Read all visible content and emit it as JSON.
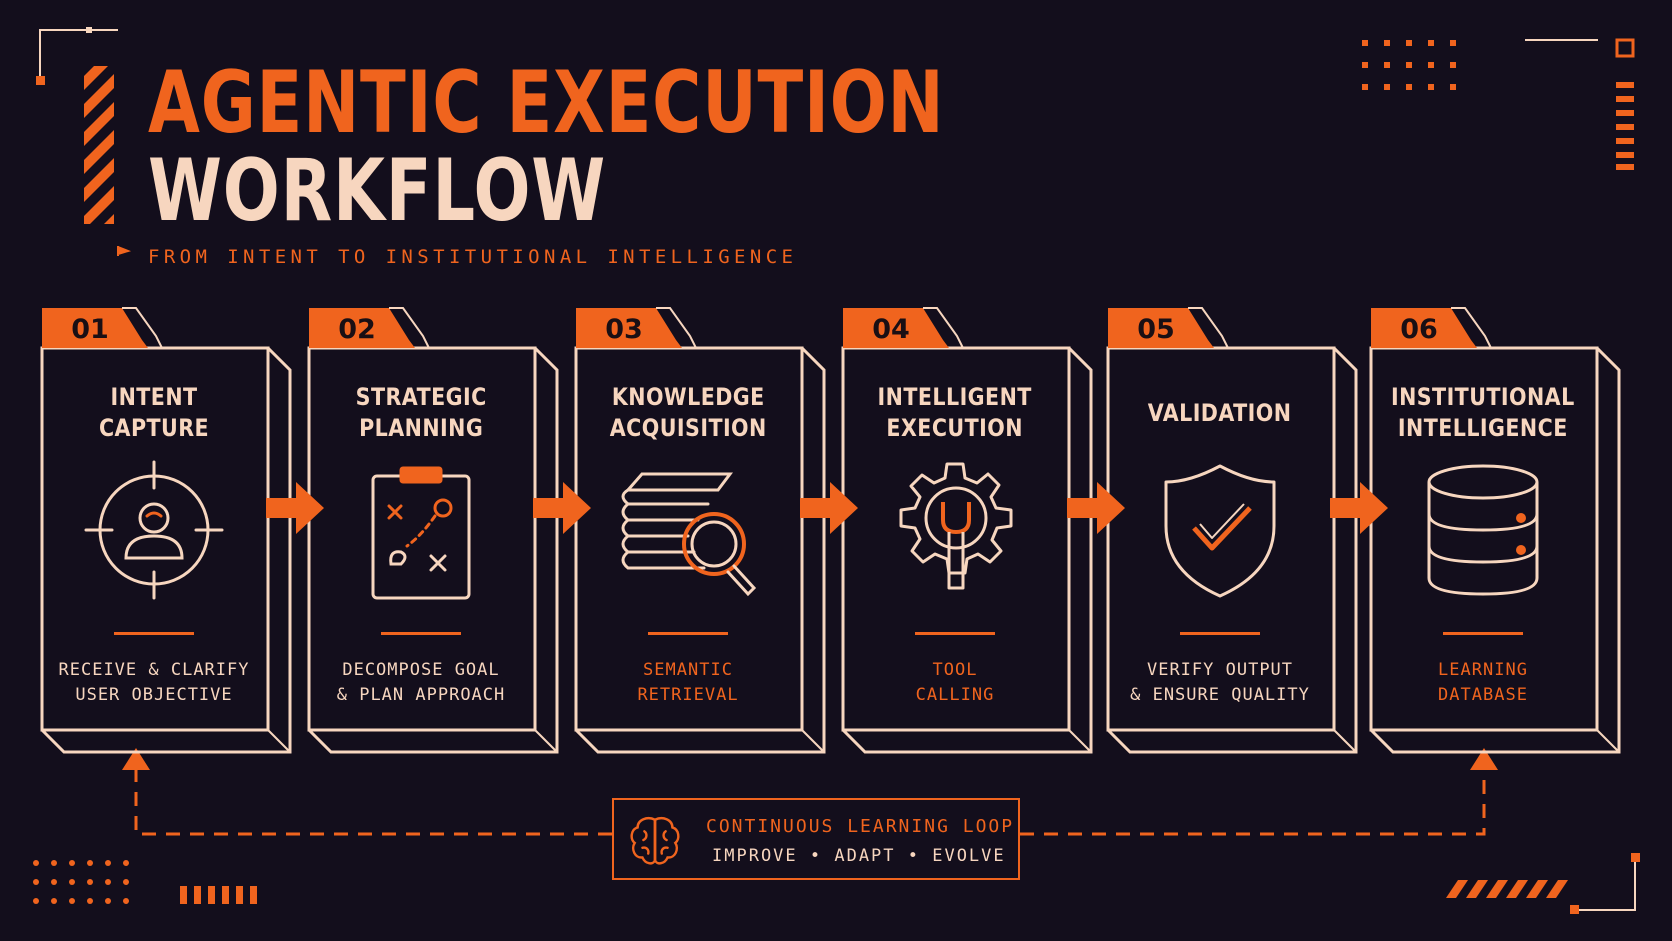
{
  "header": {
    "title_line1": "AGENTIC EXECUTION",
    "title_line2": "WORKFLOW",
    "subtitle": "FROM INTENT TO INSTITUTIONAL INTELLIGENCE"
  },
  "colors": {
    "background": "#130e1c",
    "accent": "#f0641e",
    "text": "#f7d6bf"
  },
  "steps": [
    {
      "number": "01",
      "title": "INTENT\nCAPTURE",
      "description": "RECEIVE & CLARIFY\nUSER OBJECTIVE",
      "icon": "target-user-icon",
      "desc_accent": false
    },
    {
      "number": "02",
      "title": "STRATEGIC\nPLANNING",
      "description": "DECOMPOSE GOAL\n& PLAN APPROACH",
      "icon": "clipboard-plan-icon",
      "desc_accent": false
    },
    {
      "number": "03",
      "title": "KNOWLEDGE\nACQUISITION",
      "description": "SEMANTIC\nRETRIEVAL",
      "icon": "books-search-icon",
      "desc_accent": true
    },
    {
      "number": "04",
      "title": "INTELLIGENT\nEXECUTION",
      "description": "TOOL\nCALLING",
      "icon": "gear-wrench-icon",
      "desc_accent": true
    },
    {
      "number": "05",
      "title": "VALIDATION",
      "description": "VERIFY OUTPUT\n& ENSURE QUALITY",
      "icon": "shield-check-icon",
      "desc_accent": false
    },
    {
      "number": "06",
      "title": "INSTITUTIONAL\nINTELLIGENCE",
      "description": "LEARNING\nDATABASE",
      "icon": "database-icon",
      "desc_accent": true
    }
  ],
  "loop": {
    "title": "CONTINUOUS LEARNING LOOP",
    "subtitle": "IMPROVE • ADAPT • EVOLVE",
    "icon": "brain-icon"
  }
}
